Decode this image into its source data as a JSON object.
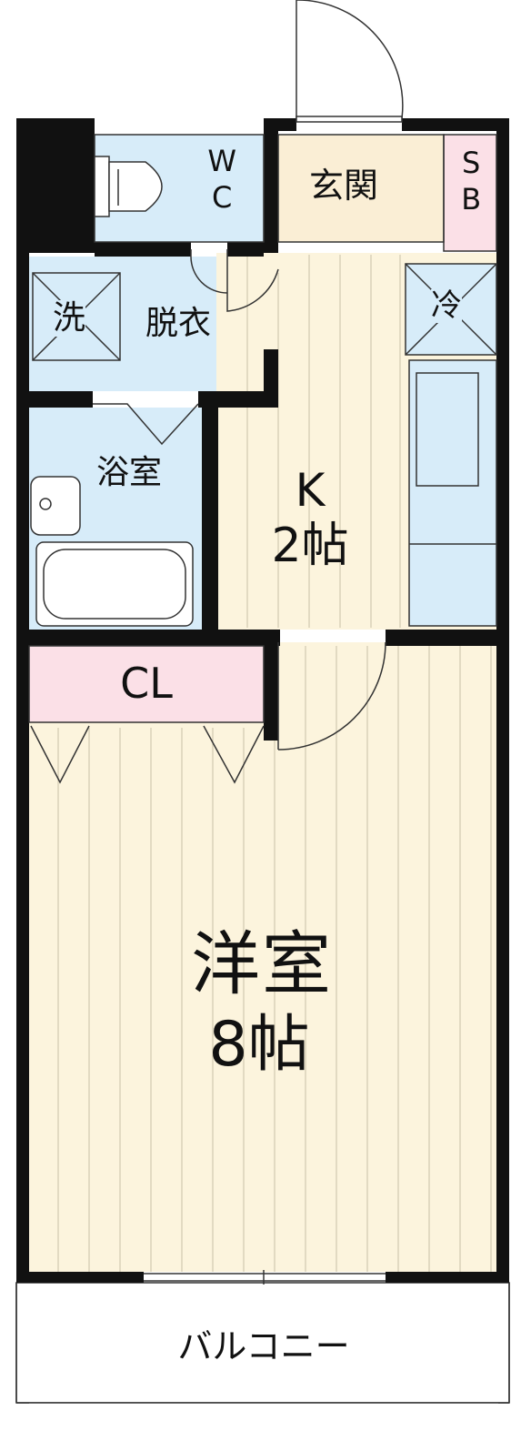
{
  "colors": {
    "wall": "#111111",
    "wet_area": "#d7ecf9",
    "floor_wood": "#fcf4dd",
    "entrance": "#faeed5",
    "closet": "#fbe0e7",
    "balcony": "#ffffff"
  },
  "rooms": {
    "wc_top": "W",
    "wc_bottom": "C",
    "genkan": "玄関",
    "sb_top": "S",
    "sb_bottom": "B",
    "sentaku": "洗",
    "datsui": "脱衣",
    "rei": "冷",
    "yokushitsu": "浴室",
    "kitchen_name": "K",
    "kitchen_size": "2帖",
    "closet": "CL",
    "yoshitsu_name": "洋室",
    "yoshitsu_size": "8帖",
    "balcony": "バルコニー"
  }
}
